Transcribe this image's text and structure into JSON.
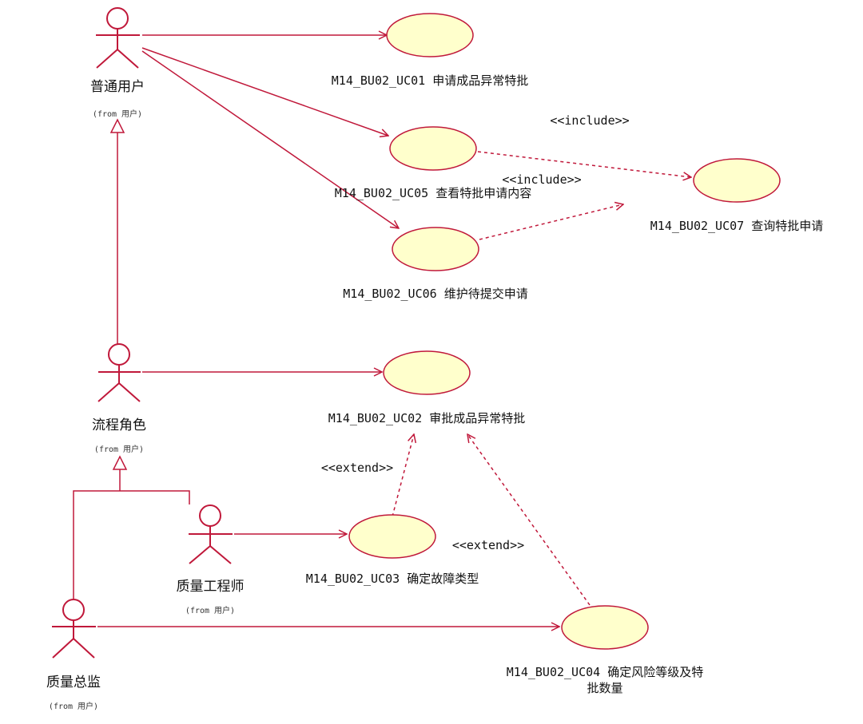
{
  "colors": {
    "line": "#c0183a",
    "usecase_fill": "#ffffcc",
    "background": "#ffffff",
    "text": "#111111"
  },
  "actors": [
    {
      "name": "普通用户",
      "from": "(from 用户)"
    },
    {
      "name": "流程角色",
      "from": "(from 用户)"
    },
    {
      "name": "质量工程师",
      "from": "(from 用户)"
    },
    {
      "name": "质量总监",
      "from": "(from 用户)"
    }
  ],
  "use_cases": [
    {
      "label": "M14_BU02_UC01  申请成品异常特批"
    },
    {
      "label": "M14_BU02_UC05  查看特批申请内容"
    },
    {
      "label": "M14_BU02_UC06  维护待提交申请"
    },
    {
      "label": "M14_BU02_UC07  查询特批申请"
    },
    {
      "label": "M14_BU02_UC02  审批成品异常特批"
    },
    {
      "label": "M14_BU02_UC03  确定故障类型"
    },
    {
      "label": "M14_BU02_UC04  确定风险等级及特",
      "label_line2": "批数量"
    }
  ],
  "stereotypes": {
    "include_1": "<<include>>",
    "include_2": "<<include>>",
    "extend_1": "<<extend>>",
    "extend_2": "<<extend>>"
  }
}
